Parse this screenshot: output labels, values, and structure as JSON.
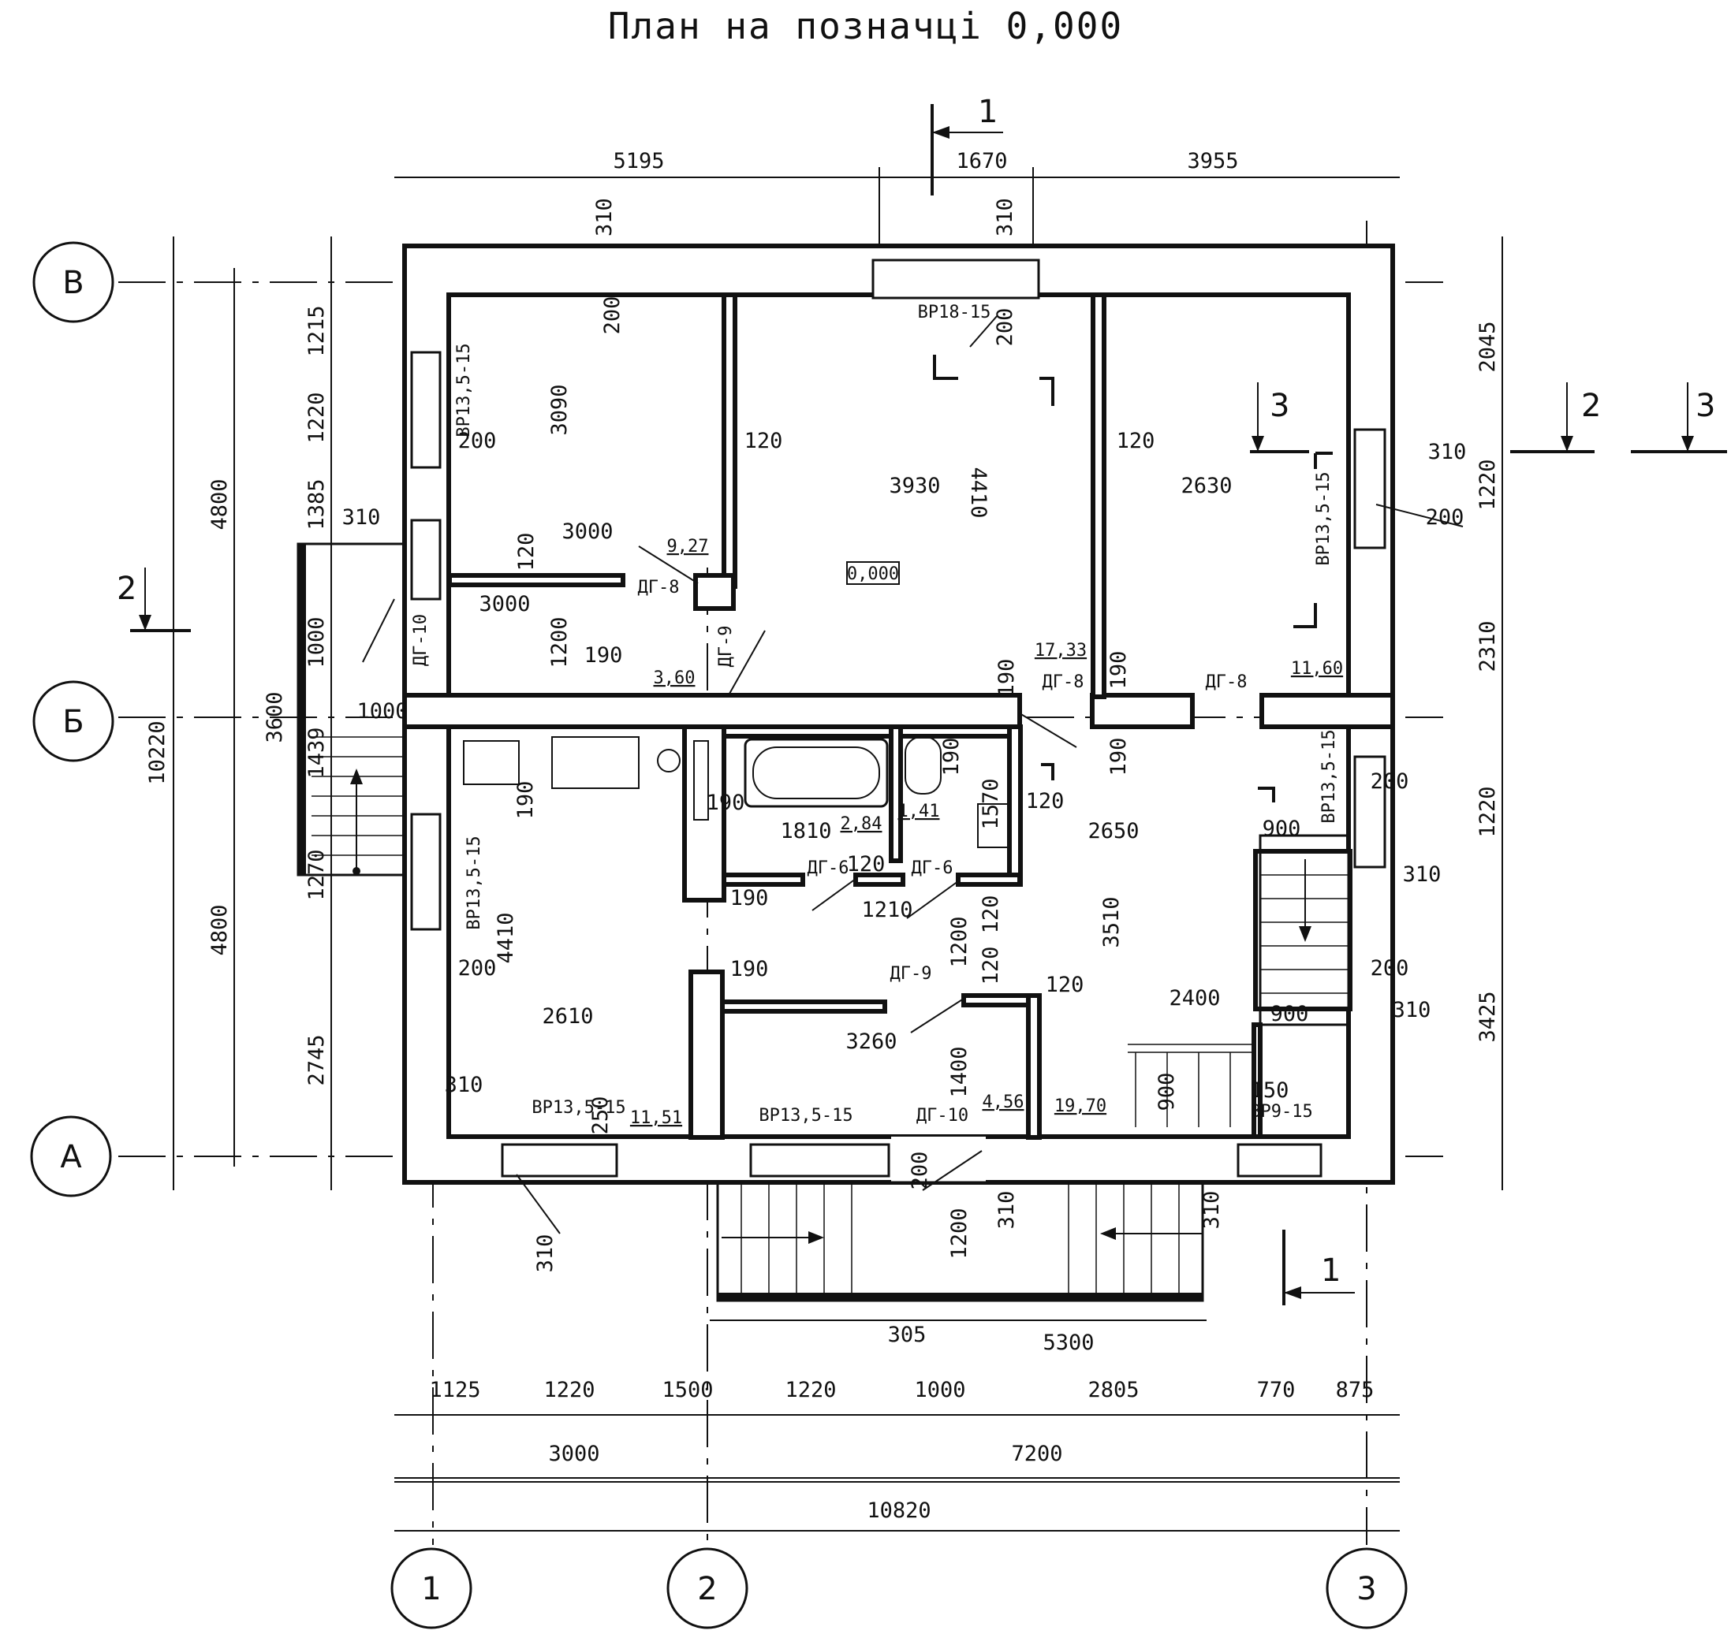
{
  "title": "План на позначці 0,000",
  "axes": {
    "rows": [
      "В",
      "Б",
      "А"
    ],
    "cols": [
      "1",
      "2",
      "3"
    ]
  },
  "sections": {
    "s1_top": "1",
    "s1_bottom": "1",
    "s2_left": "2",
    "s2_right": "2",
    "s3_inner": "3",
    "s3_right": "3"
  },
  "dims_top": {
    "d1": "5195",
    "d2": "1670",
    "d3": "3955",
    "w1": "310",
    "w2": "310"
  },
  "dims_left": {
    "overall": "10220",
    "upper": "4800",
    "lower": "4800",
    "l1": "1215",
    "l2": "1220",
    "l3": "1385",
    "l4": "3600",
    "l5": "1000",
    "l6": "1439",
    "l7": "1270",
    "l8": "2745"
  },
  "dims_right": {
    "r1": "2045",
    "r2": "1220",
    "r3": "2310",
    "r4": "1220",
    "r5": "3425"
  },
  "dims_bottom": {
    "b1": "1125",
    "b2": "1220",
    "b3": "1500",
    "b4": "1220",
    "b5": "1000",
    "b6": "2805",
    "b7": "770",
    "b8": "875",
    "bb1": "3000",
    "bb2": "7200",
    "overall": "10820",
    "porch": "5300",
    "gap": "305"
  },
  "interior": {
    "i3090": "3090",
    "i3000a": "3000",
    "i3000b": "3000",
    "i3930": "3930",
    "i4410a": "4410",
    "i2630": "2630",
    "i1200a": "1200",
    "i1000": "1000",
    "i1810": "1810",
    "i2650": "2650",
    "i3510": "3510",
    "i4410b": "4410",
    "i2610": "2610",
    "i3260": "3260",
    "i1400": "1400",
    "i1200b": "1200",
    "i1200c": "1200",
    "i1570": "1570",
    "i1210": "1210",
    "i2400": "2400",
    "i900a": "900",
    "i900b": "900",
    "i900c": "900",
    "i150": "150"
  },
  "wall_marks": {
    "m120a": "120",
    "m120b": "120",
    "m120c": "120",
    "m120d": "120",
    "m120e": "120",
    "m120f": "120",
    "m120g": "120",
    "m120h": "120",
    "m190a": "190",
    "m190b": "190",
    "m190c": "190",
    "m190d": "190",
    "m190e": "190",
    "m190f": "190",
    "m190g": "190",
    "m190h": "190",
    "m190i": "190",
    "m200a": "200",
    "m200b": "200",
    "m200c": "200",
    "m200d": "200",
    "m200e": "200",
    "m200f": "200",
    "m200g": "200",
    "m200h": "200",
    "m310a": "310",
    "m310b": "310",
    "m310c": "310",
    "m310d": "310",
    "m310e": "310",
    "m310f": "310",
    "m310g": "310",
    "m310h": "310",
    "m250": "250"
  },
  "areas": {
    "a927": "9,27",
    "a1733": "17,33",
    "a1160": "11,60",
    "a360": "3,60",
    "a284": "2,84",
    "a141": "1,41",
    "a1151": "11,51",
    "a456": "4,56",
    "a1970": "19,70"
  },
  "level": "0,000",
  "tags": {
    "vr18": "ВР18-15",
    "vr1": "ВР13,5-15",
    "vr2": "ВР13,5-15",
    "vr3": "ВР13,5-15",
    "vr4": "ВР13,5-15",
    "vr5": "ВР13,5-15",
    "vr6": "ВР13,5-15",
    "vr9": "ВР9-15",
    "dg8a": "ДГ-8",
    "dg8b": "ДГ-8",
    "dg8c": "ДГ-8",
    "dg9a": "ДГ-9",
    "dg9b": "ДГ-9",
    "dg10a": "ДГ-10",
    "dg10b": "ДГ-10",
    "dg6a": "ДГ-6",
    "dg6b": "ДГ-6"
  }
}
